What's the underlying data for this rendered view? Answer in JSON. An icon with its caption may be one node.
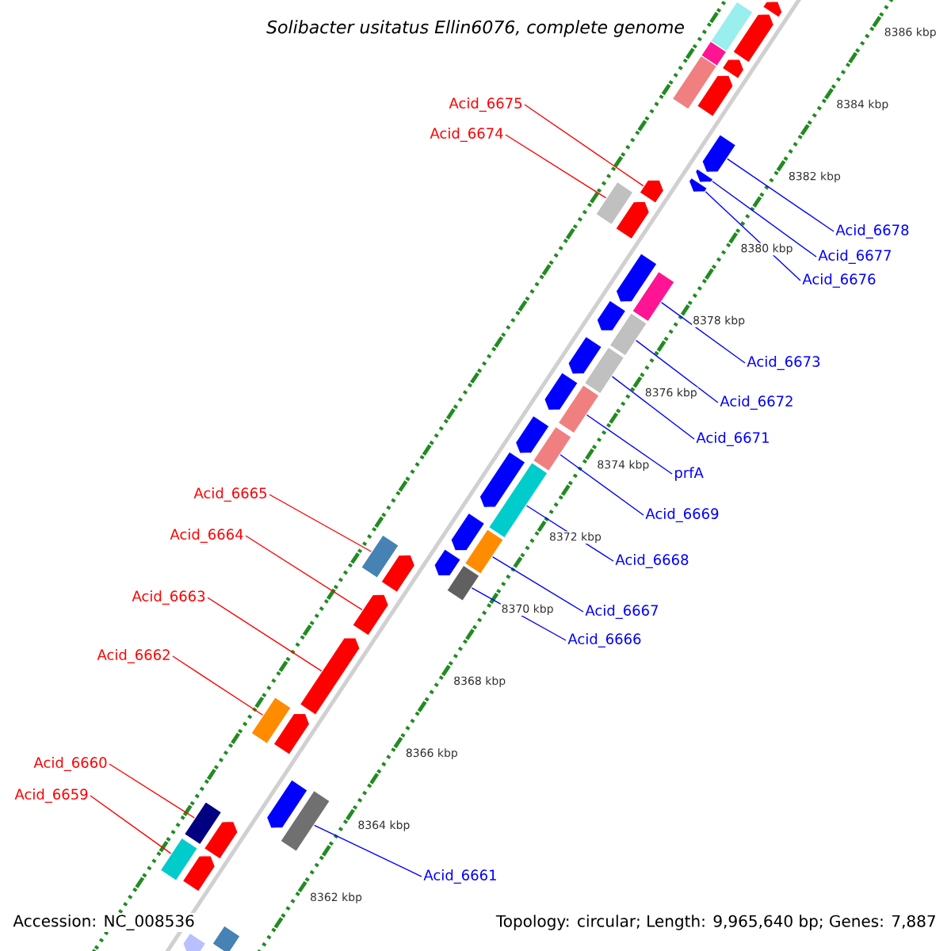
{
  "diagram": {
    "title": "Solibacter usitatus Ellin6076, complete genome",
    "nodes": [
      {
        "text": [
          "Acid_6675"
        ]
      },
      {
        "text": [
          "Acid_6674"
        ]
      },
      {
        "text": [
          "Acid_6678"
        ]
      },
      {
        "text": [
          "Acid_6677"
        ]
      },
      {
        "text": [
          "Acid_6676"
        ]
      },
      {
        "text": [
          "Acid_6673"
        ]
      },
      {
        "text": [
          "Acid_6672"
        ]
      },
      {
        "text": [
          "Acid_6671"
        ]
      },
      {
        "text": [
          "prfA"
        ]
      },
      {
        "text": [
          "Acid_6665"
        ]
      },
      {
        "text": [
          "Acid_6669"
        ]
      },
      {
        "text": [
          "Acid_6664"
        ]
      },
      {
        "text": [
          "Acid_6668"
        ]
      },
      {
        "text": [
          "Acid_6663"
        ]
      },
      {
        "text": [
          "Acid_6667"
        ]
      },
      {
        "text": [
          "Acid_6666"
        ]
      },
      {
        "text": [
          "Acid_6662"
        ]
      },
      {
        "text": [
          "Acid_6660"
        ]
      },
      {
        "text": [
          "Acid_6659"
        ]
      },
      {
        "text": [
          "Acid_6661"
        ]
      },
      {
        "text": [],
        "shape": "pentagon"
      },
      {
        "text": [],
        "shape": "box"
      },
      {
        "text": [],
        "shape": "pentagon"
      },
      {
        "text": [],
        "shape": "pentagon"
      },
      {
        "text": [],
        "shape": "pentagon"
      },
      {
        "text": [],
        "shape": "box"
      },
      {
        "text": [],
        "shape": "box"
      },
      {
        "text": [],
        "shape": "box"
      },
      {
        "text": [],
        "shape": "box"
      },
      {
        "text": [],
        "shape": "box"
      },
      {
        "text": [],
        "shape": "box"
      },
      {
        "text": [],
        "shape": "pentagon"
      },
      {
        "text": [],
        "shape": "box"
      },
      {
        "text": [],
        "shape": "pentagon"
      },
      {
        "text": [],
        "shape": "box"
      },
      {
        "text": [],
        "shape": "box"
      },
      {
        "text": [],
        "shape": "box"
      },
      {
        "text": [],
        "shape": "box"
      },
      {
        "text": [],
        "shape": "box"
      },
      {
        "text": [],
        "shape": "box"
      },
      {
        "text": [],
        "shape": "box"
      },
      {
        "text": [],
        "shape": "pentagon"
      },
      {
        "text": [],
        "shape": "pentagon"
      },
      {
        "text": [],
        "shape": "box"
      },
      {
        "text": [],
        "shape": "pentagon"
      },
      {
        "text": [],
        "shape": "box"
      },
      {
        "text": [],
        "shape": "pentagon"
      },
      {
        "text": [],
        "shape": "pentagon"
      },
      {
        "text": [],
        "shape": "pentagon"
      },
      {
        "text": [],
        "shape": "pentagon"
      },
      {
        "text": [],
        "shape": "pentagon"
      },
      {
        "text": [],
        "shape": "pentagon"
      },
      {
        "text": [],
        "shape": "pentagon"
      },
      {
        "text": [],
        "shape": "pentagon"
      },
      {
        "text": [],
        "shape": "pentagon"
      },
      {
        "text": [],
        "shape": "pentagon"
      },
      {
        "text": [],
        "shape": "pentagon"
      },
      {
        "text": [],
        "shape": "pentagon"
      },
      {
        "text": [],
        "shape": "pentagon"
      },
      {
        "text": [],
        "shape": "pentagon"
      },
      {
        "text": [],
        "shape": "pentagon"
      },
      {
        "text": [],
        "shape": "pentagon"
      },
      {
        "text": [],
        "shape": "box"
      }
    ],
    "edges": [
      {
        "from": 0,
        "to": 20,
        "arrow": "none",
        "color": "#ff0000"
      },
      {
        "from": 1,
        "to": 21,
        "arrow": "none",
        "color": "#ff0000"
      },
      {
        "from": 2,
        "to": 22,
        "arrow": "none"
      },
      {
        "from": 3,
        "to": 23,
        "arrow": "none"
      },
      {
        "from": 4,
        "to": 24,
        "arrow": "none"
      },
      {
        "from": 5,
        "to": 25,
        "arrow": "none"
      },
      {
        "from": 6,
        "to": 26,
        "arrow": "none"
      },
      {
        "from": 7,
        "to": 27,
        "arrow": "none"
      },
      {
        "from": 8,
        "to": 28,
        "arrow": "none"
      },
      {
        "from": 9,
        "to": 29,
        "arrow": "none",
        "color": "#ff0000"
      },
      {
        "from": 10,
        "to": 30,
        "arrow": "none"
      },
      {
        "from": 11,
        "to": 31,
        "arrow": "none",
        "color": "#ff0000"
      },
      {
        "from": 12,
        "to": 32,
        "arrow": "none"
      },
      {
        "from": 13,
        "to": 33,
        "arrow": "none",
        "color": "#ff0000"
      },
      {
        "from": 14,
        "to": 34,
        "arrow": "none"
      },
      {
        "from": 15,
        "to": 35,
        "arrow": "none"
      },
      {
        "from": 16,
        "to": 36,
        "arrow": "none",
        "color": "#ff0000"
      },
      {
        "from": 17,
        "to": 37,
        "arrow": "none",
        "color": "#ff0000"
      },
      {
        "from": 18,
        "to": 38,
        "arrow": "none",
        "color": "#ff0000"
      },
      {
        "from": 19,
        "to": 39,
        "arrow": "none"
      }
    ],
    "labels": [
      "8386 kbp",
      "8384 kbp",
      "8382 kbp",
      "8380 kbp",
      "8378 kbp",
      "8376 kbp",
      "8374 kbp",
      "8372 kbp",
      "8370 kbp",
      "8368 kbp",
      "8366 kbp",
      "8364 kbp",
      "8362 kbp",
      "Accession: NC_008536",
      "Topology: circular; Length: 9,965,640 bp; Genes: 7,887"
    ]
  }
}
